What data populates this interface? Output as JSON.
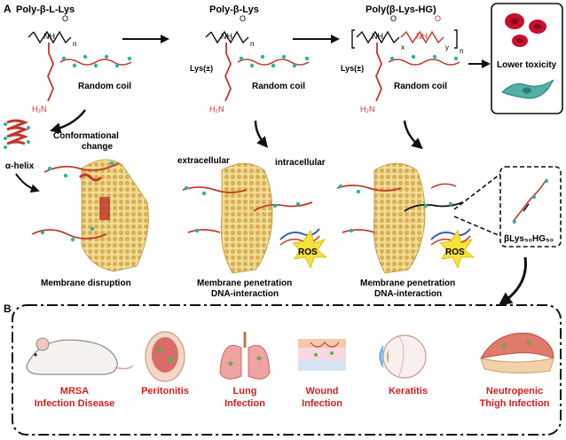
{
  "panel_a": {
    "label": "A",
    "polymers": {
      "p1": "Poly-β-L-Lys",
      "p2": "Poly-β-Lys",
      "p3": "Poly(β-Lys-HG)"
    },
    "coil_label": "Random coil",
    "lys_pm": "Lys(±)",
    "nh2": "H₂N",
    "nh": "NH",
    "o": "O",
    "n_sub": "n",
    "x_sub": "x",
    "y_sub": "y",
    "alpha_helix": "α-helix",
    "conformational_change_1": "Conformational",
    "conformational_change_2": "change",
    "extracellular": "extracellular",
    "intracellular": "intracellular",
    "membrane_disruption": "Membrane disruption",
    "membrane_penetration": "Membrane penetration",
    "dna_interaction": "DNA-interaction",
    "ros": "ROS",
    "lower_toxicity": "Lower toxicity",
    "copolymer_label": "βLys₅₀HG₅₀"
  },
  "panel_b": {
    "label": "B",
    "items": [
      {
        "line1": "MRSA",
        "line2": "Infection Disease"
      },
      {
        "line1": "Peritonitis",
        "line2": ""
      },
      {
        "line1": "Lung",
        "line2": "Infection"
      },
      {
        "line1": "Wound",
        "line2": "Infection"
      },
      {
        "line1": "Keratitis",
        "line2": ""
      },
      {
        "line1": "Neutropenic",
        "line2": "Thigh Infection"
      }
    ]
  },
  "colors": {
    "red_label": "#d91e1e",
    "backbone": "#c0392b",
    "bead": "#2bb3a3",
    "membrane": "#e4c36a",
    "ros": "#f7e23a"
  }
}
